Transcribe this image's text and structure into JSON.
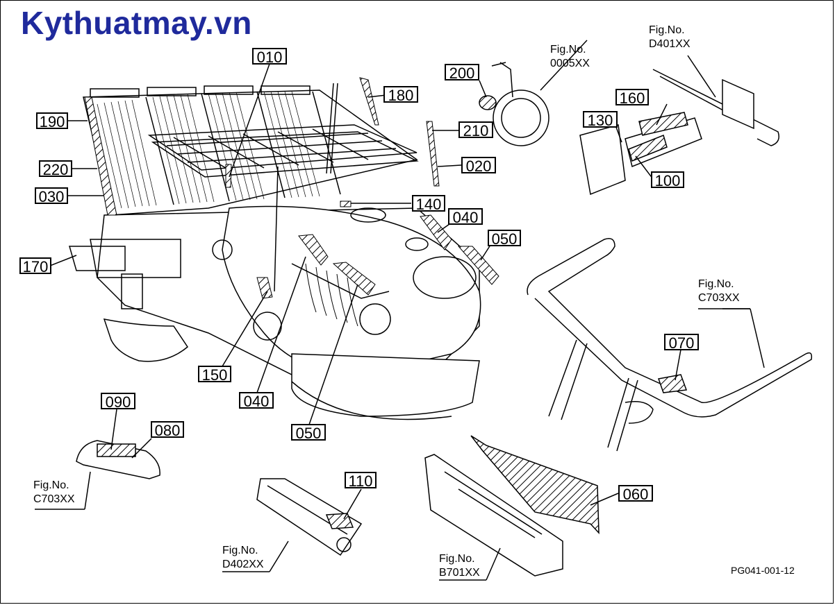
{
  "logo": {
    "text": "Kythuatmay.vn",
    "color": "#1f2a9c"
  },
  "drawing_code": "PG041-001-12",
  "part_labels": [
    {
      "id": "p010",
      "text": "010"
    },
    {
      "id": "p180",
      "text": "180"
    },
    {
      "id": "p200",
      "text": "200"
    },
    {
      "id": "p190",
      "text": "190"
    },
    {
      "id": "p210",
      "text": "210"
    },
    {
      "id": "p020",
      "text": "020"
    },
    {
      "id": "p220",
      "text": "220"
    },
    {
      "id": "p030",
      "text": "030"
    },
    {
      "id": "p140",
      "text": "140"
    },
    {
      "id": "p040a",
      "text": "040"
    },
    {
      "id": "p050a",
      "text": "050"
    },
    {
      "id": "p170",
      "text": "170"
    },
    {
      "id": "p160",
      "text": "160"
    },
    {
      "id": "p130",
      "text": "130"
    },
    {
      "id": "p100",
      "text": "100"
    },
    {
      "id": "p150",
      "text": "150"
    },
    {
      "id": "p040b",
      "text": "040"
    },
    {
      "id": "p050b",
      "text": "050"
    },
    {
      "id": "p070",
      "text": "070"
    },
    {
      "id": "p090",
      "text": "090"
    },
    {
      "id": "p080",
      "text": "080"
    },
    {
      "id": "p110",
      "text": "110"
    },
    {
      "id": "p060",
      "text": "060"
    }
  ],
  "fig_refs": [
    {
      "id": "f0005",
      "caption": "Fig.No.",
      "code": "0005XX"
    },
    {
      "id": "fD401",
      "caption": "Fig.No.",
      "code": "D401XX"
    },
    {
      "id": "fC703a",
      "caption": "Fig.No.",
      "code": "C703XX"
    },
    {
      "id": "fC703b",
      "caption": "Fig.No.",
      "code": "C703XX"
    },
    {
      "id": "fD402",
      "caption": "Fig.No.",
      "code": "D402XX"
    },
    {
      "id": "fB701",
      "caption": "Fig.No.",
      "code": "B701XX"
    }
  ]
}
